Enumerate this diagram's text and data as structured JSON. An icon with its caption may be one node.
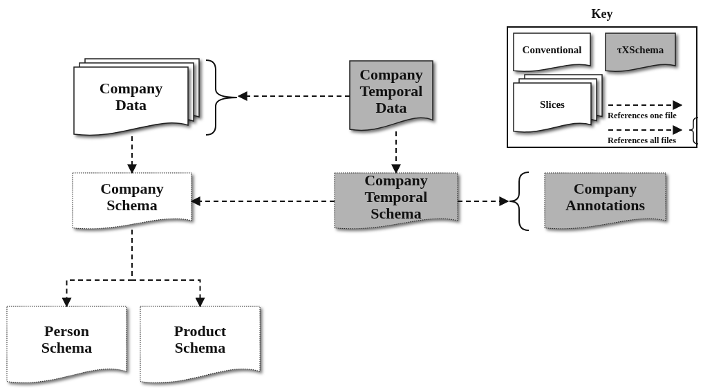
{
  "diagram": {
    "nodes": [
      {
        "text": [
          "Company Data"
        ]
      },
      {
        "text": [
          "Company Temporal Data"
        ]
      },
      {
        "text": [
          "Company Schema"
        ]
      },
      {
        "text": [
          "Company Temporal Schema"
        ]
      },
      {
        "text": [
          "Company Annotations"
        ]
      },
      {
        "text": [
          "Person Schema"
        ]
      },
      {
        "text": [
          "Product Schema"
        ]
      },
      {
        "text": [
          "Key"
        ]
      },
      {
        "text": [
          "Conventional"
        ],
        "in": 7
      },
      {
        "text": [
          "τXSchema"
        ],
        "in": 7
      },
      {
        "text": [
          "Slices"
        ],
        "in": 7
      }
    ],
    "edges": [
      {
        "from": 1,
        "to": 0,
        "arrow": "to",
        "style": "dashed"
      },
      {
        "from": 0,
        "to": 2,
        "arrow": "to",
        "style": "dashed"
      },
      {
        "from": 1,
        "to": 3,
        "arrow": "to",
        "style": "dashed"
      },
      {
        "from": 3,
        "to": 2,
        "arrow": "to",
        "style": "dashed"
      },
      {
        "from": 3,
        "to": 4,
        "arrow": "to",
        "style": "dashed"
      },
      {
        "from": 2,
        "to": 5,
        "arrow": "to",
        "style": "dashed"
      },
      {
        "from": 2,
        "to": 6,
        "arrow": "to",
        "style": "dashed"
      }
    ],
    "legend": [
      {
        "text": "References one file"
      },
      {
        "text": "References all files"
      }
    ]
  }
}
